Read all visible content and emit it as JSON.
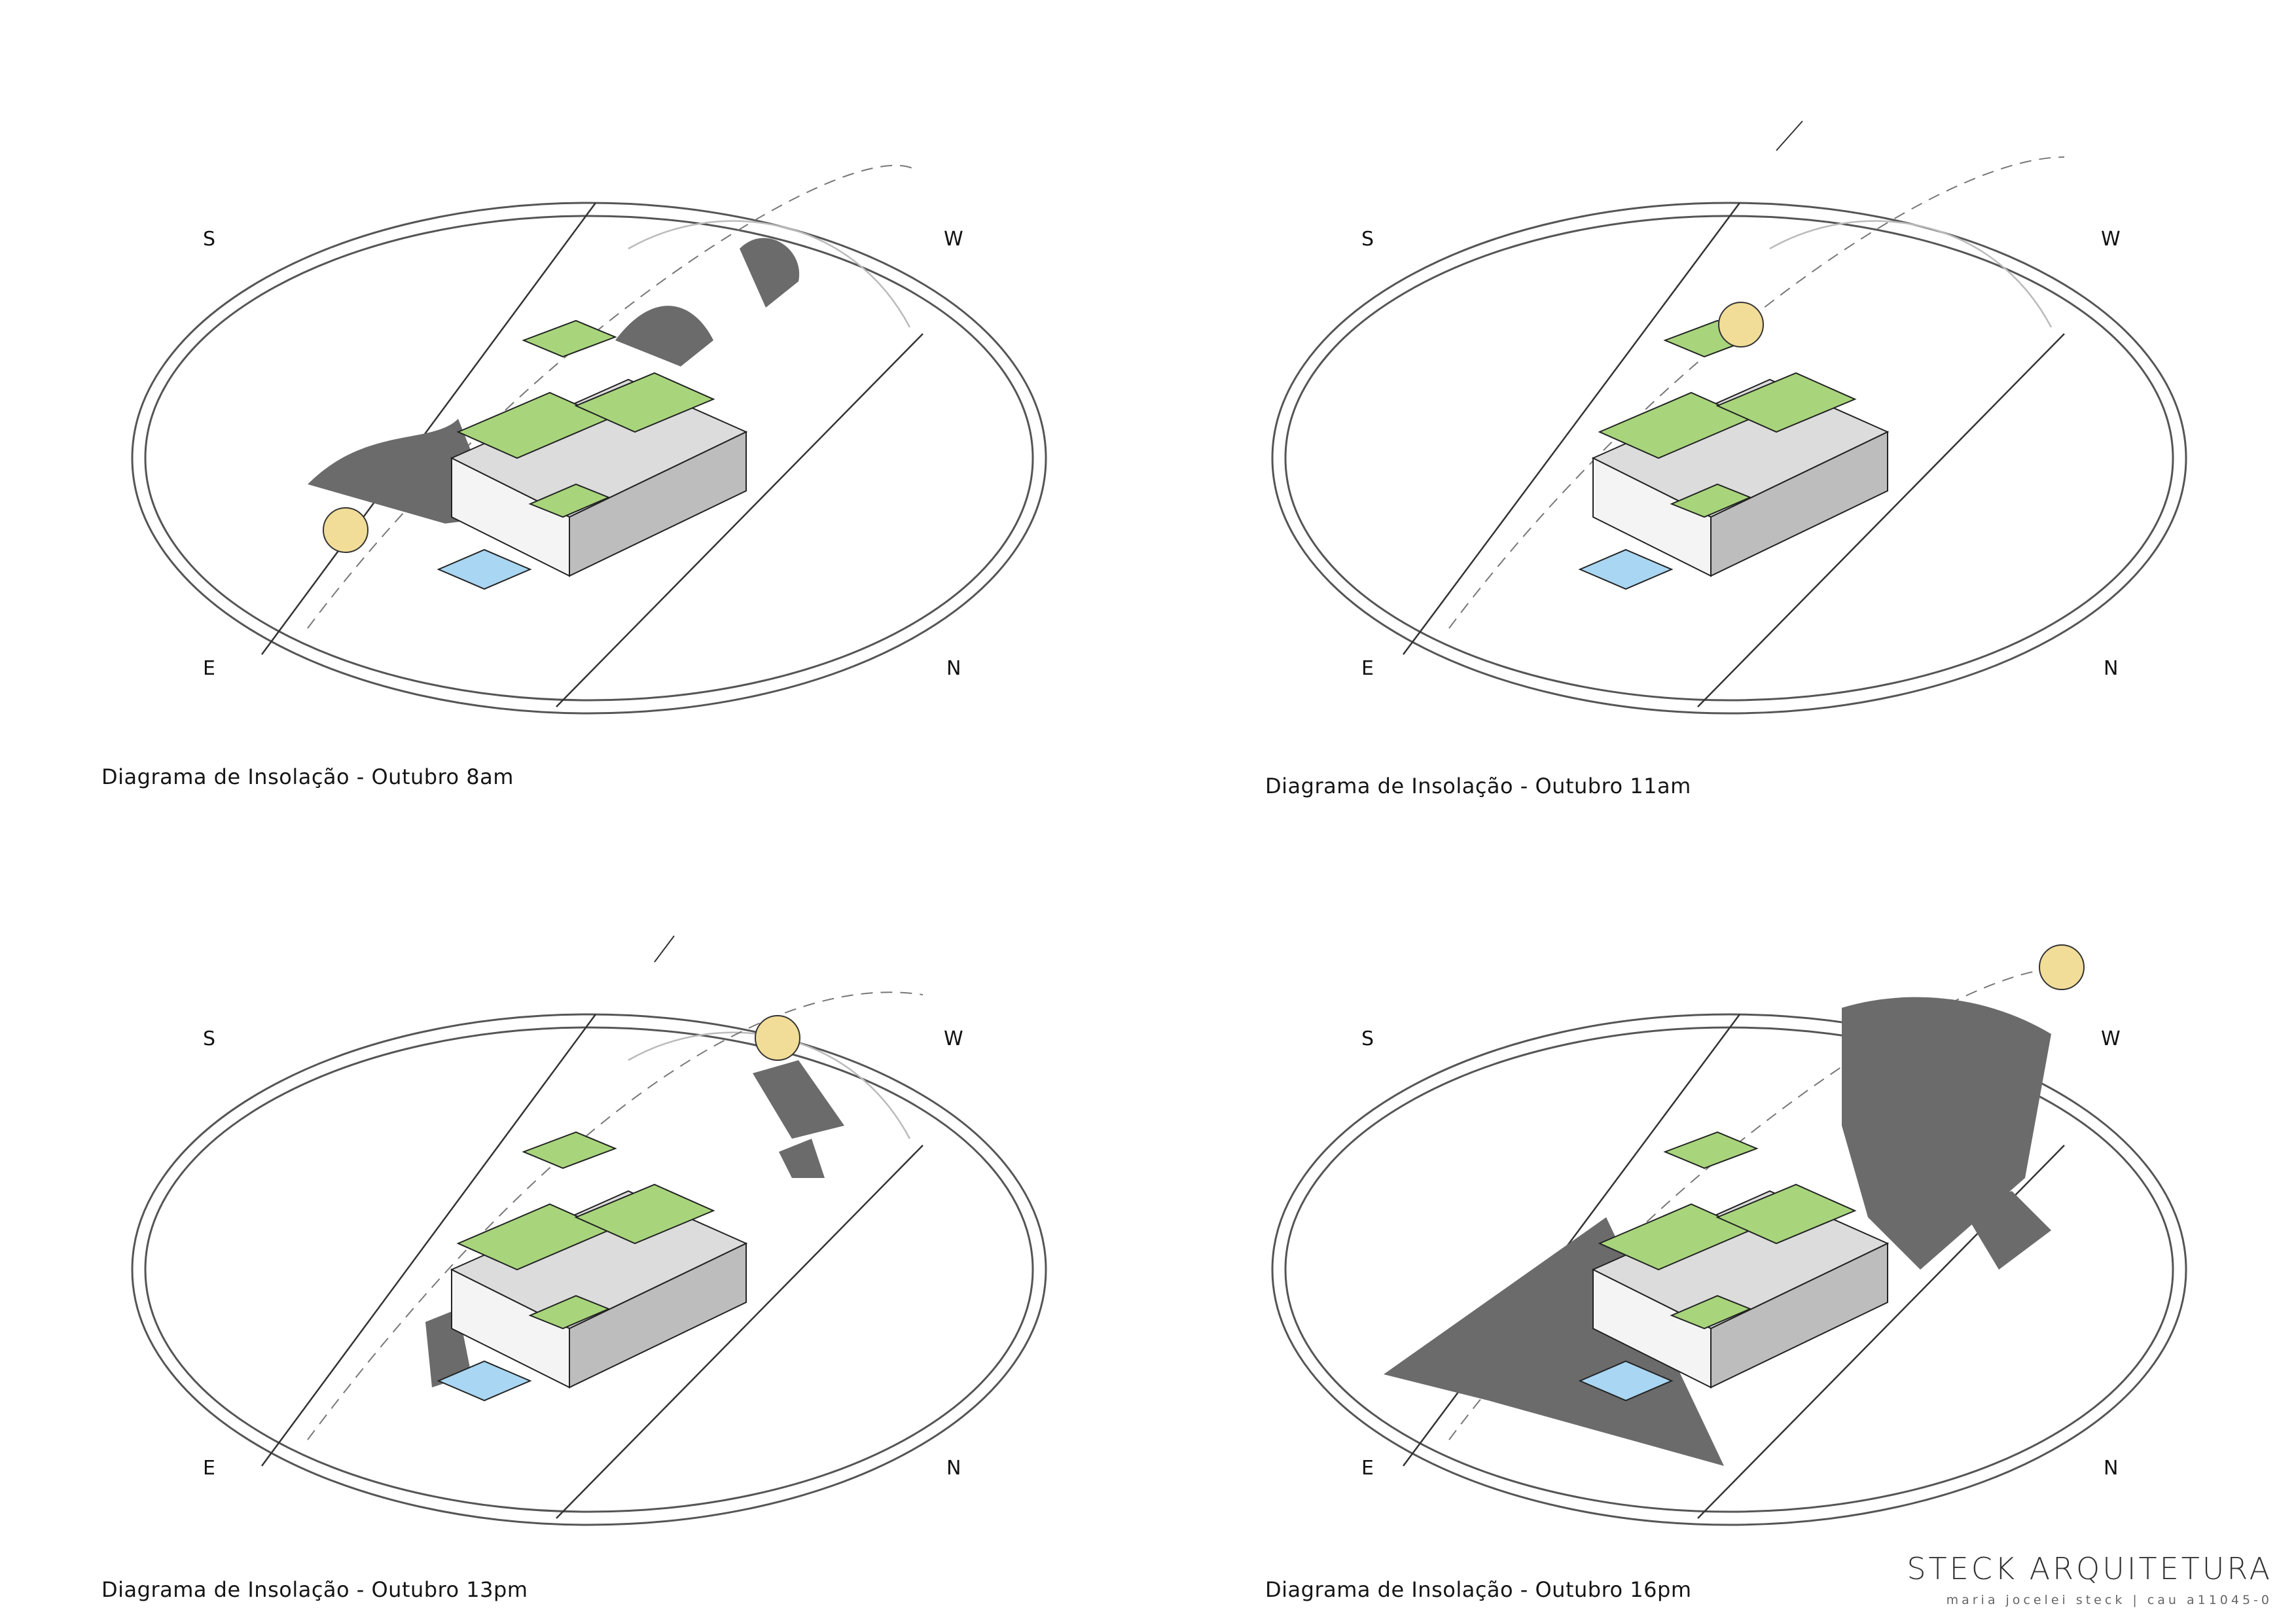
{
  "panels": [
    {
      "caption": "Diagrama de Insolação - Outubro 8am",
      "compass": {
        "s": "S",
        "w": "W",
        "e": "E",
        "n": "N"
      }
    },
    {
      "caption": "Diagrama de Insolação - Outubro 11am",
      "compass": {
        "s": "S",
        "w": "W",
        "e": "E",
        "n": "N"
      }
    },
    {
      "caption": "Diagrama de Insolação - Outubro 13pm",
      "compass": {
        "s": "S",
        "w": "W",
        "e": "E",
        "n": "N"
      }
    },
    {
      "caption": "Diagrama de Insolação - Outubro 16pm",
      "compass": {
        "s": "S",
        "w": "W",
        "e": "E",
        "n": "N"
      }
    }
  ],
  "brand": {
    "name": "STECK ARQUITETURA",
    "sub": "maria jocelei steck | cau a11045-0"
  },
  "colors": {
    "roof": "#a8d57c",
    "pool": "#a9d6f2",
    "sun": "#f1dd98",
    "shadow": "#6b6b6b",
    "ring": "#555555"
  }
}
